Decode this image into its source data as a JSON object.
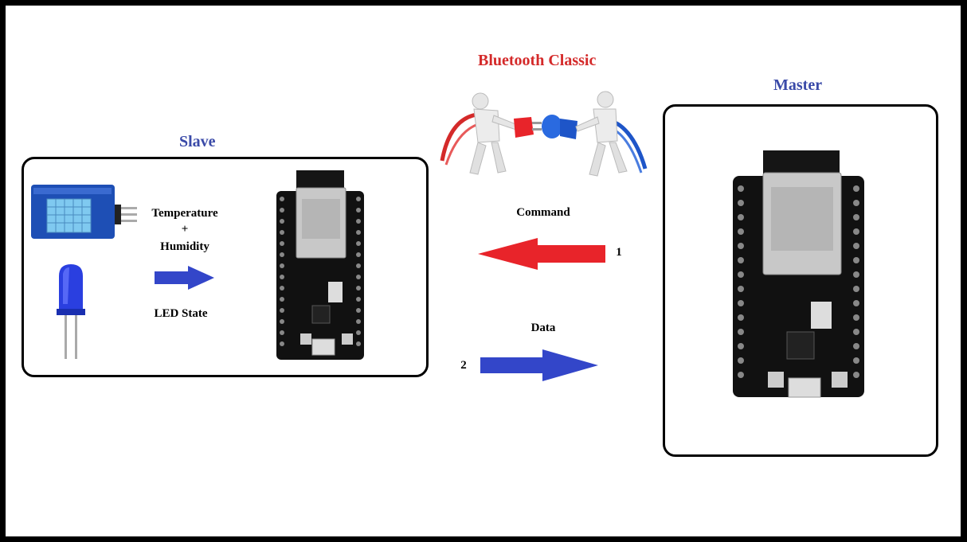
{
  "colors": {
    "frame": "#000000",
    "title_blue": "#3a4aa8",
    "title_red": "#d42a2a",
    "arrow_red": "#e8242a",
    "arrow_blue": "#3346c9",
    "board": "#111111",
    "wifi_module": "#c8c8c8",
    "led": "#2a3fe0",
    "sensor_pcb": "#1e4fb5",
    "sensor_grid": "#7fc9f0"
  },
  "diagram": {
    "title": "Bluetooth Classic",
    "slave": {
      "title": "Slave",
      "label_temperature": "Temperature",
      "label_plus": "+",
      "label_humidity": "Humidity",
      "label_led_state": "LED State"
    },
    "master": {
      "title": "Master"
    },
    "command": {
      "label": "Command",
      "number": "1"
    },
    "data": {
      "label": "Data",
      "number": "2"
    }
  },
  "icons": [
    "bluetooth-plug-figures-icon",
    "dht-sensor-icon",
    "blue-led-icon",
    "esp32-board-icon"
  ]
}
